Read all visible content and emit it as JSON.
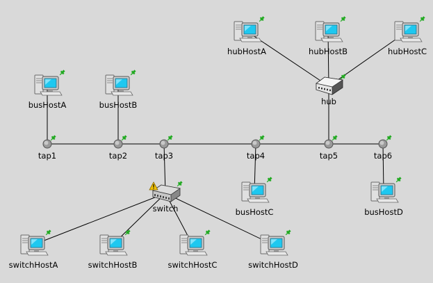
{
  "colors": {
    "background": "#d9d9d9",
    "link": "#000000",
    "screen": "#1ec8f0",
    "case": "#e0e0e0",
    "tap": "#9a9a9a",
    "status_plug": "#22aa22",
    "warning": "#f2c200"
  },
  "nodes": {
    "hubHostA": {
      "label": "hubHostA",
      "icon": "computer-icon"
    },
    "hubHostB": {
      "label": "hubHostB",
      "icon": "computer-icon"
    },
    "hubHostC": {
      "label": "hubHostC",
      "icon": "computer-icon"
    },
    "hub": {
      "label": "hub",
      "icon": "hub-icon"
    },
    "busHostA": {
      "label": "busHostA",
      "icon": "computer-icon"
    },
    "busHostB": {
      "label": "busHostB",
      "icon": "computer-icon"
    },
    "tap1": {
      "label": "tap1",
      "icon": "tap-icon"
    },
    "tap2": {
      "label": "tap2",
      "icon": "tap-icon"
    },
    "tap3": {
      "label": "tap3",
      "icon": "tap-icon"
    },
    "tap4": {
      "label": "tap4",
      "icon": "tap-icon"
    },
    "tap5": {
      "label": "tap5",
      "icon": "tap-icon"
    },
    "tap6": {
      "label": "tap6",
      "icon": "tap-icon"
    },
    "switch": {
      "label": "switch",
      "icon": "switch-icon",
      "status_icon": "warning-icon"
    },
    "busHostC": {
      "label": "busHostC",
      "icon": "computer-icon"
    },
    "busHostD": {
      "label": "busHostD",
      "icon": "computer-icon"
    },
    "switchHostA": {
      "label": "switchHostA",
      "icon": "computer-icon"
    },
    "switchHostB": {
      "label": "switchHostB",
      "icon": "computer-icon"
    },
    "switchHostC": {
      "label": "switchHostC",
      "icon": "computer-icon"
    },
    "switchHostD": {
      "label": "switchHostD",
      "icon": "computer-icon"
    }
  },
  "connections": [
    [
      "hubHostA",
      "hub"
    ],
    [
      "hubHostB",
      "hub"
    ],
    [
      "hubHostC",
      "hub"
    ],
    [
      "busHostA",
      "tap1"
    ],
    [
      "busHostB",
      "tap2"
    ],
    [
      "tap1",
      "tap2"
    ],
    [
      "tap2",
      "tap3"
    ],
    [
      "tap3",
      "tap4"
    ],
    [
      "tap4",
      "tap5"
    ],
    [
      "tap5",
      "tap6"
    ],
    [
      "tap3",
      "switch"
    ],
    [
      "tap4",
      "busHostC"
    ],
    [
      "tap5",
      "hub"
    ],
    [
      "tap6",
      "busHostD"
    ],
    [
      "switch",
      "switchHostA"
    ],
    [
      "switch",
      "switchHostB"
    ],
    [
      "switch",
      "switchHostC"
    ],
    [
      "switch",
      "switchHostD"
    ]
  ]
}
